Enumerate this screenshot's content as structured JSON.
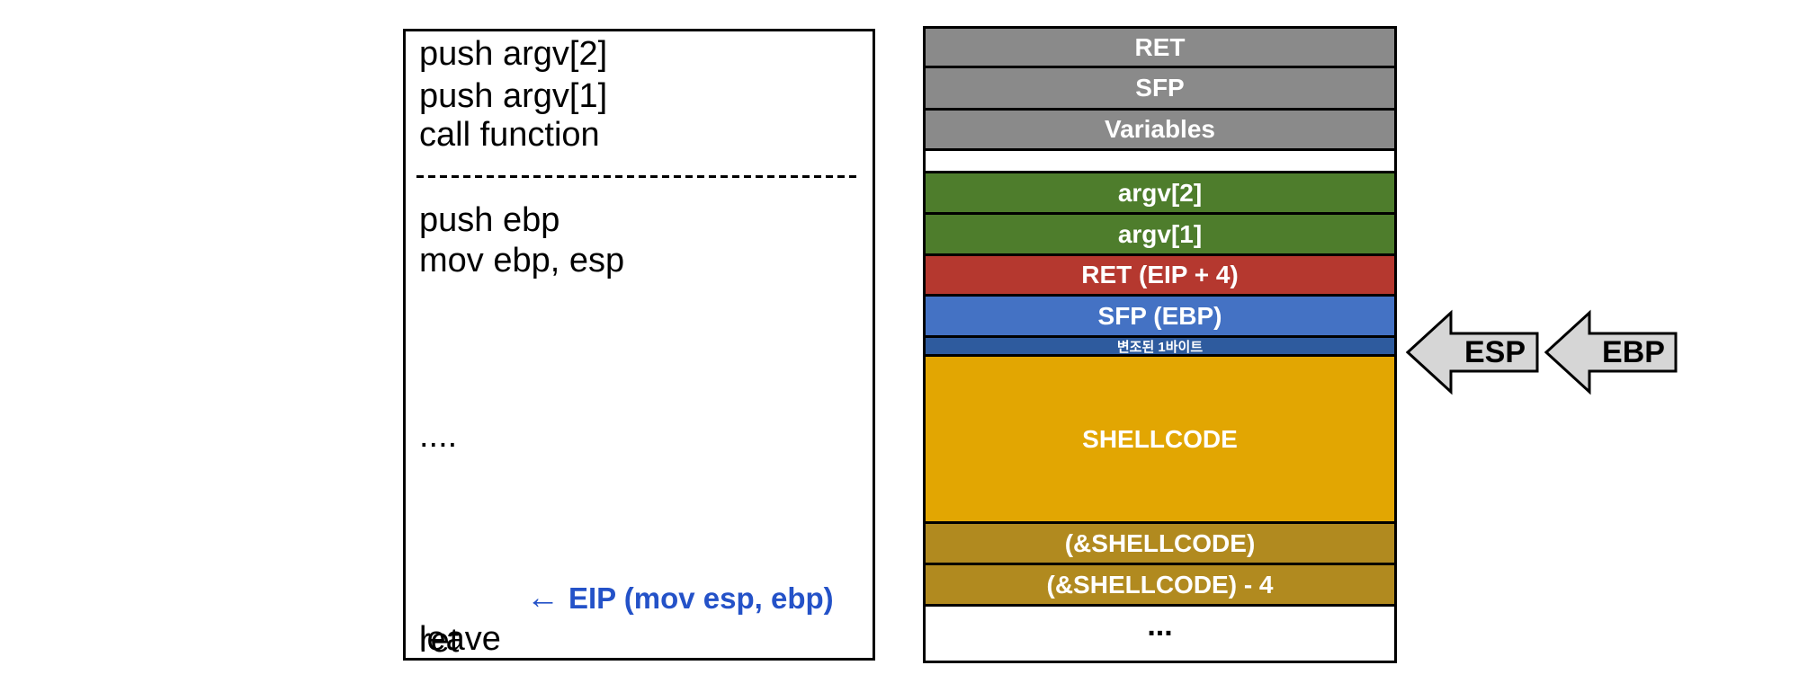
{
  "colors": {
    "row_gray": "#8A8A8A",
    "row_green": "#4E7D2C",
    "row_red": "#B5382F",
    "row_blue": "#4472C4",
    "row_dark_blue": "#2E5B9E",
    "row_gold": "#E2A602",
    "row_dark_gold": "#B18A1F",
    "annotation_blue": "#2452C8",
    "pointer_fill": "#D6D6D6",
    "border": "#000000"
  },
  "code_box": {
    "lines": [
      "push argv[2]",
      "push argv[1]",
      "call function"
    ],
    "lines2": [
      "push ebp",
      "mov ebp, esp"
    ],
    "dots": "....",
    "leave": "leave",
    "eip_arrow": "←",
    "eip_annotation": "EIP (mov esp, ebp)",
    "ret": "ret"
  },
  "stack": {
    "rows": [
      {
        "label": "RET"
      },
      {
        "label": "SFP"
      },
      {
        "label": "Variables"
      },
      {
        "label": ""
      },
      {
        "label": "argv[2]"
      },
      {
        "label": "argv[1]"
      },
      {
        "label": "RET (EIP + 4)"
      },
      {
        "label": "SFP (EBP)"
      },
      {
        "label": "변조된 1바이트"
      },
      {
        "label": "SHELLCODE"
      },
      {
        "label": "(&SHELLCODE)"
      },
      {
        "label": "(&SHELLCODE) - 4"
      },
      {
        "label": "..."
      }
    ]
  },
  "pointers": {
    "esp": "ESP",
    "ebp": "EBP"
  }
}
